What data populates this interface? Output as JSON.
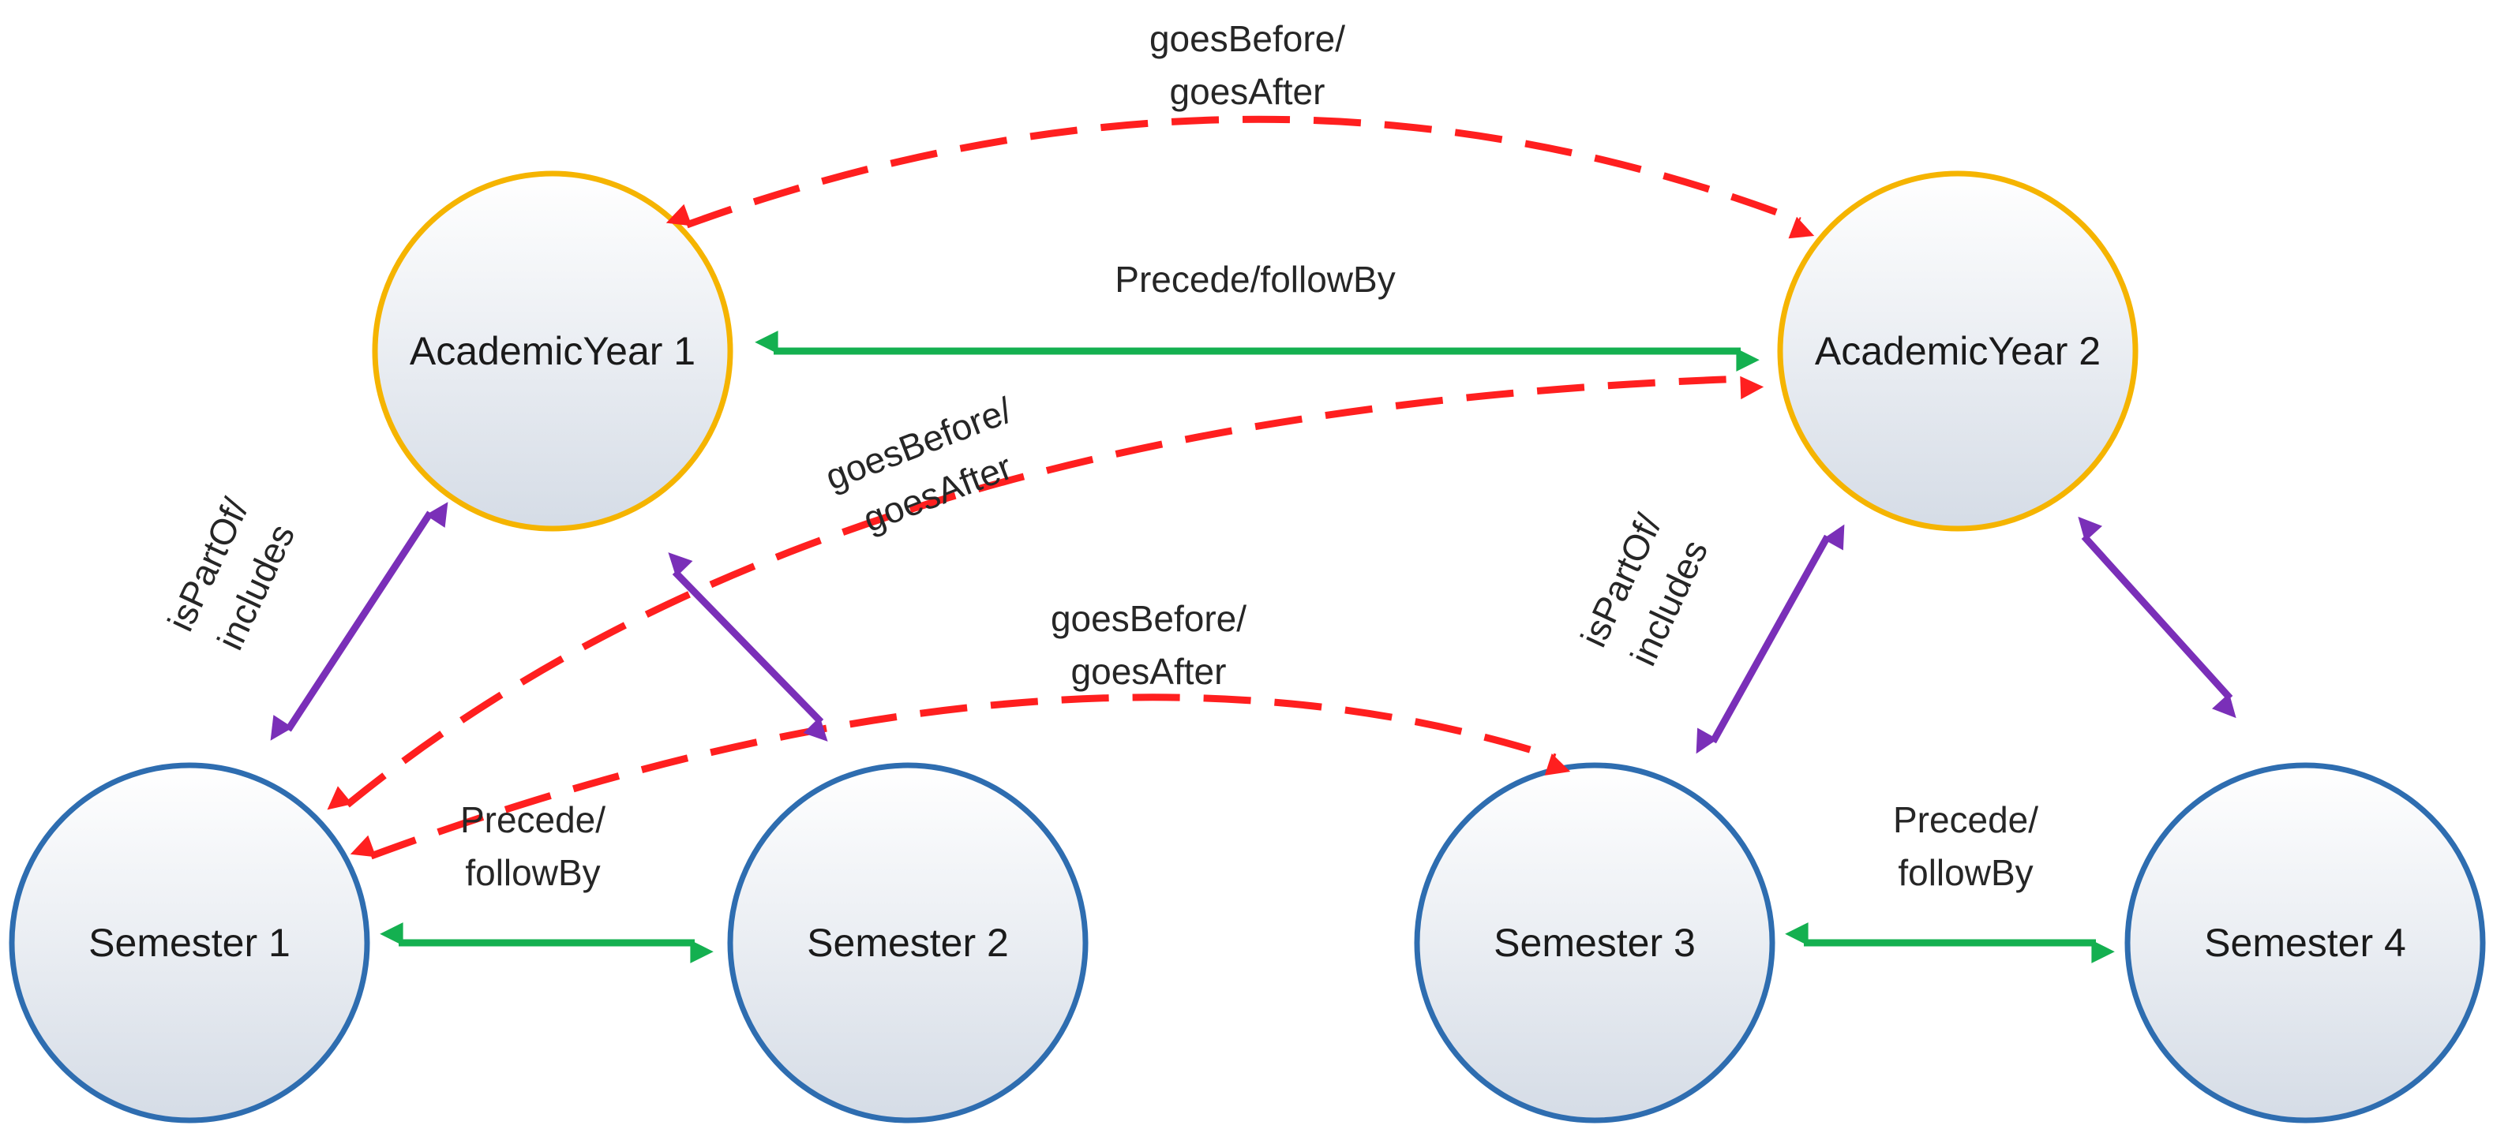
{
  "nodes": {
    "ay1": "AcademicYear 1",
    "ay2": "AcademicYear 2",
    "s1": "Semester 1",
    "s2": "Semester 2",
    "s3": "Semester 3",
    "s4": "Semester 4"
  },
  "edge_labels": {
    "top_goes_1": "goesBefore/",
    "top_goes_2": "goesAfter",
    "ay_precede": "Precede/followBy",
    "mid_goes_1": "goesBefore/",
    "mid_goes_2": "goesAfter",
    "s_goes_1": "goesBefore/",
    "s_goes_2": "goesAfter",
    "left_part_1": "isPartOf/",
    "left_part_2": "includes",
    "right_part_1": "isPartOf/",
    "right_part_2": "includes",
    "s12_precede_1": "Precede/",
    "s12_precede_2": "followBy",
    "s34_precede_1": "Precede/",
    "s34_precede_2": "followBy"
  },
  "colors": {
    "academic_year_stroke": "#F5B400",
    "semester_stroke": "#2E6DB0",
    "node_fill_top": "#FFFFFF",
    "node_fill_bottom": "#D5DCE6",
    "goes_arrow": "#FF1F1F",
    "precede_arrow": "#14B050",
    "part_arrow": "#7A2FB8"
  }
}
